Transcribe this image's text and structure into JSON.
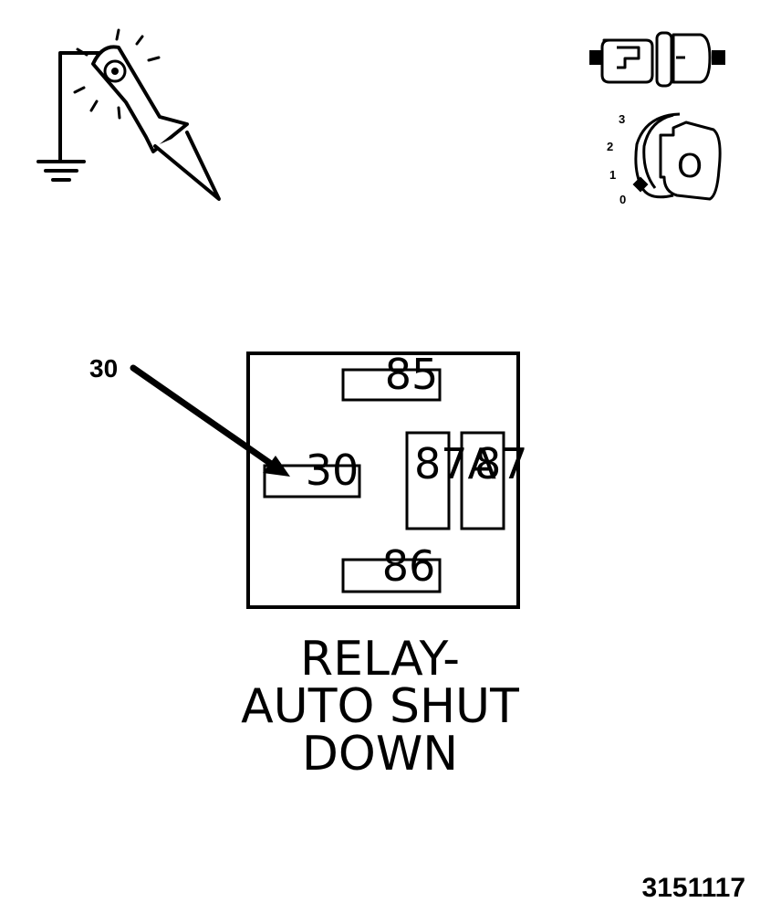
{
  "callout": {
    "label": "30"
  },
  "relay": {
    "terminals": {
      "t85": "85",
      "t30": "30",
      "t87a": "87A",
      "t87": "87",
      "t86": "86"
    }
  },
  "key_positions": [
    "3",
    "2",
    "1",
    "0"
  ],
  "key_label": "O",
  "title": {
    "line1": "RELAY-",
    "line2": "AUTO SHUT",
    "line3": "DOWN"
  },
  "figure_number": "3151117"
}
